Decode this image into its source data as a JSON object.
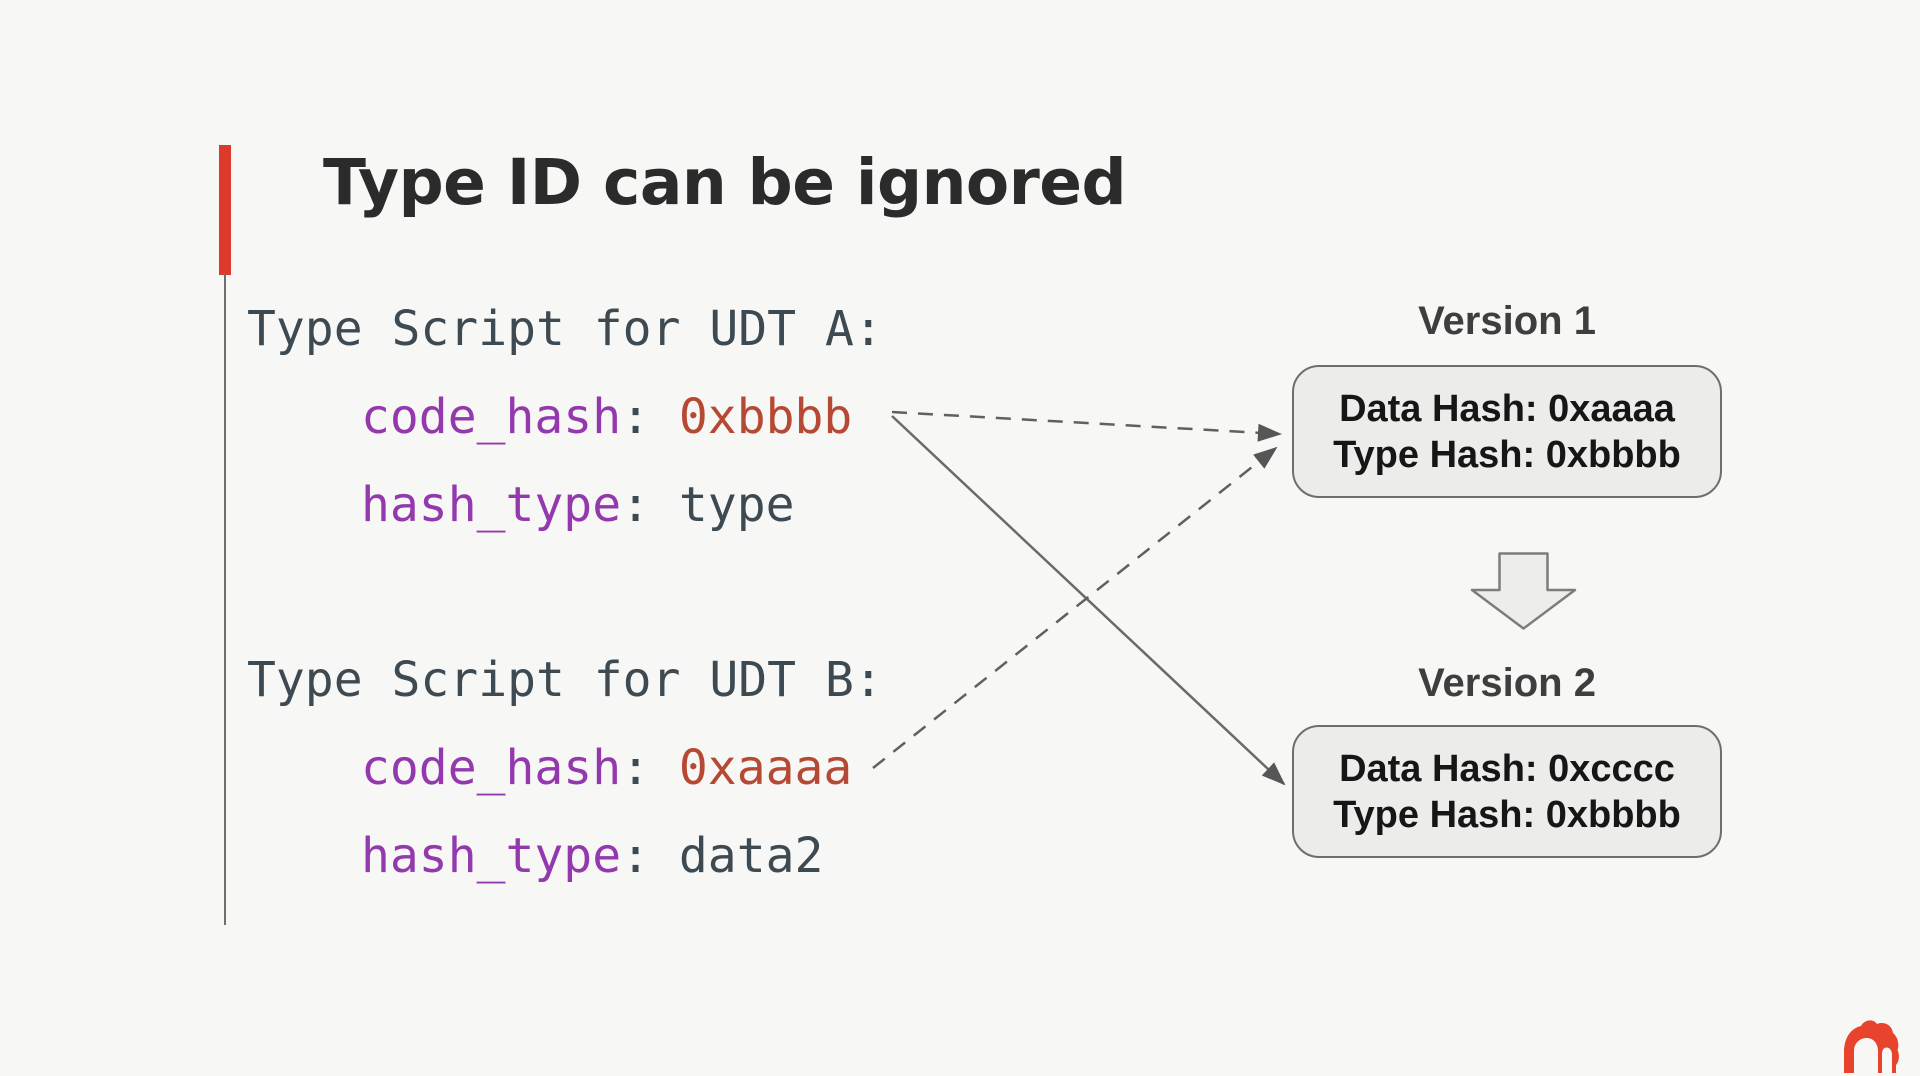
{
  "slide": {
    "title": "Type ID can be ignored"
  },
  "code_blocks": [
    {
      "header": "Type Script for UDT A:",
      "lines": [
        {
          "key": "code_hash",
          "sep": ": ",
          "value": "0xbbbb"
        },
        {
          "key": "hash_type",
          "sep": ": ",
          "value": "type"
        }
      ]
    },
    {
      "header": "Type Script for UDT B:",
      "lines": [
        {
          "key": "code_hash",
          "sep": ": ",
          "value": "0xaaaa"
        },
        {
          "key": "hash_type",
          "sep": ": ",
          "value": "data2"
        }
      ]
    }
  ],
  "versions": [
    {
      "label": "Version 1",
      "data_hash": "Data Hash: 0xaaaa",
      "type_hash": "Type Hash: 0xbbbb"
    },
    {
      "label": "Version 2",
      "data_hash": "Data Hash: 0xcccc",
      "type_hash": "Type Hash: 0xbbbb"
    }
  ],
  "icons": {
    "down_arrow": "block-down-arrow",
    "logo": "red-gorilla-logo"
  },
  "colors": {
    "background": "#F7F7F5",
    "accent_red": "#DC3B2C",
    "code_key_purple": "#9338AD",
    "code_value_red": "#B64933",
    "code_text": "#3E4A52",
    "title_text": "#2B2B2B",
    "box_fill": "#ECECEB",
    "box_border": "#6E6E6E",
    "arrow_gray": "#606060"
  }
}
